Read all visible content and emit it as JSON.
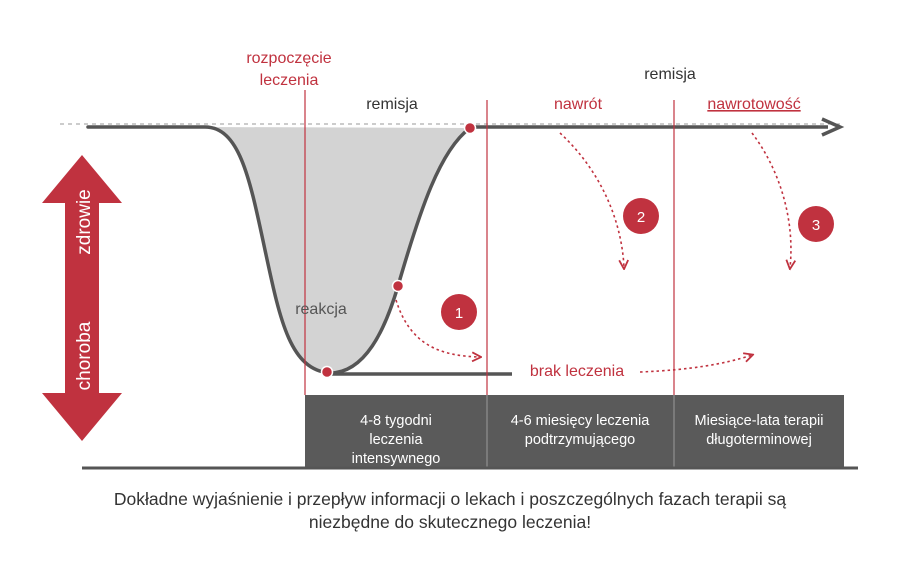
{
  "labels": {
    "start_treatment_line1": "rozpoczęcie",
    "start_treatment_line2": "leczenia",
    "remission_top": "remisja",
    "remission_left": "remisja",
    "relapse": "nawrót",
    "recurrence": "nawrotowość",
    "reaction": "reakcja",
    "no_treatment": "brak leczenia",
    "health": "zdrowie",
    "disease": "choroba"
  },
  "markers": [
    "1",
    "2",
    "3"
  ],
  "phases": [
    {
      "lines": [
        "4-8 tygodni",
        "leczenia",
        "intensywnego"
      ]
    },
    {
      "lines": [
        "4-6 miesięcy leczenia",
        "podtrzymującego"
      ]
    },
    {
      "lines": [
        "Miesiące-lata terapii",
        "długoterminowej"
      ]
    }
  ],
  "caption": {
    "line1": "Dokładne wyjaśnienie i przepływ informacji o lekach i poszczególnych fazach terapii są",
    "line2": "niezbędne do skutecznego leczenia!"
  },
  "colors": {
    "accent": "#c0323f",
    "dark": "#555555",
    "fill": "#d3d3d3",
    "phase_bg": "#5a5a5a",
    "text": "#333333"
  }
}
